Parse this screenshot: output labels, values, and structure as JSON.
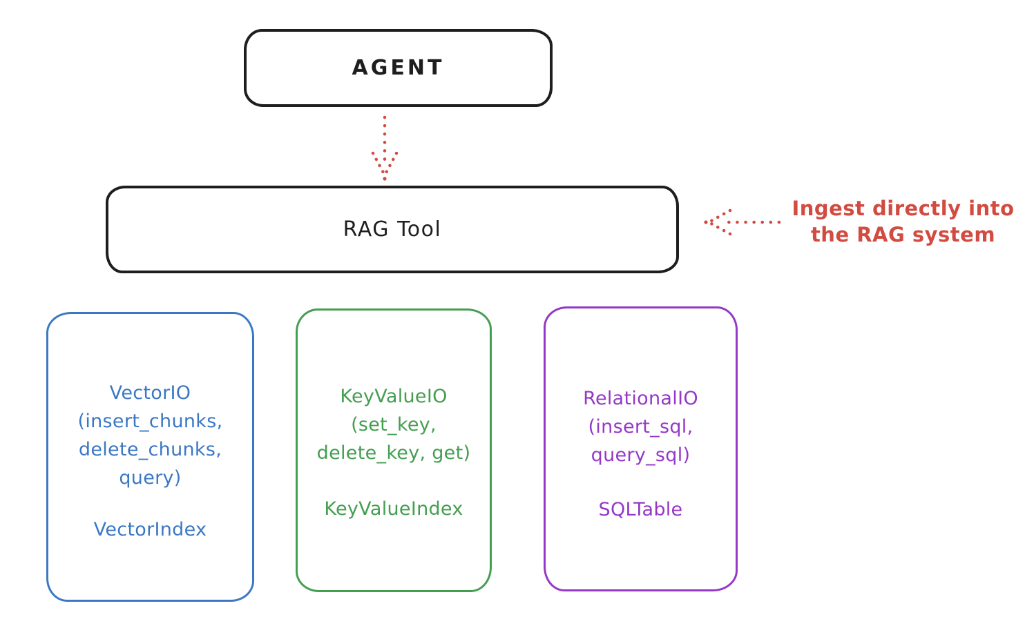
{
  "diagram": {
    "background_color": "#ffffff",
    "stroke_color": "#1e1e1e",
    "arrow_color": "#d24b41",
    "agent": {
      "label": "AGENT"
    },
    "rag_tool": {
      "label": "RAG Tool"
    },
    "annotation": {
      "line1": "Ingest directly into",
      "line2": "the RAG system",
      "color": "#d24b41"
    },
    "backends": [
      {
        "name": "vector-io",
        "color": "#3b78c4",
        "lines": [
          "VectorIO",
          "(insert_chunks,",
          "delete_chunks,",
          "query)"
        ],
        "index": "VectorIndex"
      },
      {
        "name": "keyvalue-io",
        "color": "#449e50",
        "lines": [
          "KeyValueIO",
          "(set_key,",
          "delete_key, get)"
        ],
        "index": "KeyValueIndex"
      },
      {
        "name": "relational-io",
        "color": "#9438c8",
        "lines": [
          "RelationalIO",
          "(insert_sql,",
          "query_sql)"
        ],
        "index": "SQLTable"
      }
    ],
    "edges": [
      {
        "name": "agent-to-rag-tool",
        "style": "dotted",
        "direction": "down"
      },
      {
        "name": "annotation-to-rag-tool",
        "style": "dotted",
        "direction": "left"
      }
    ]
  }
}
